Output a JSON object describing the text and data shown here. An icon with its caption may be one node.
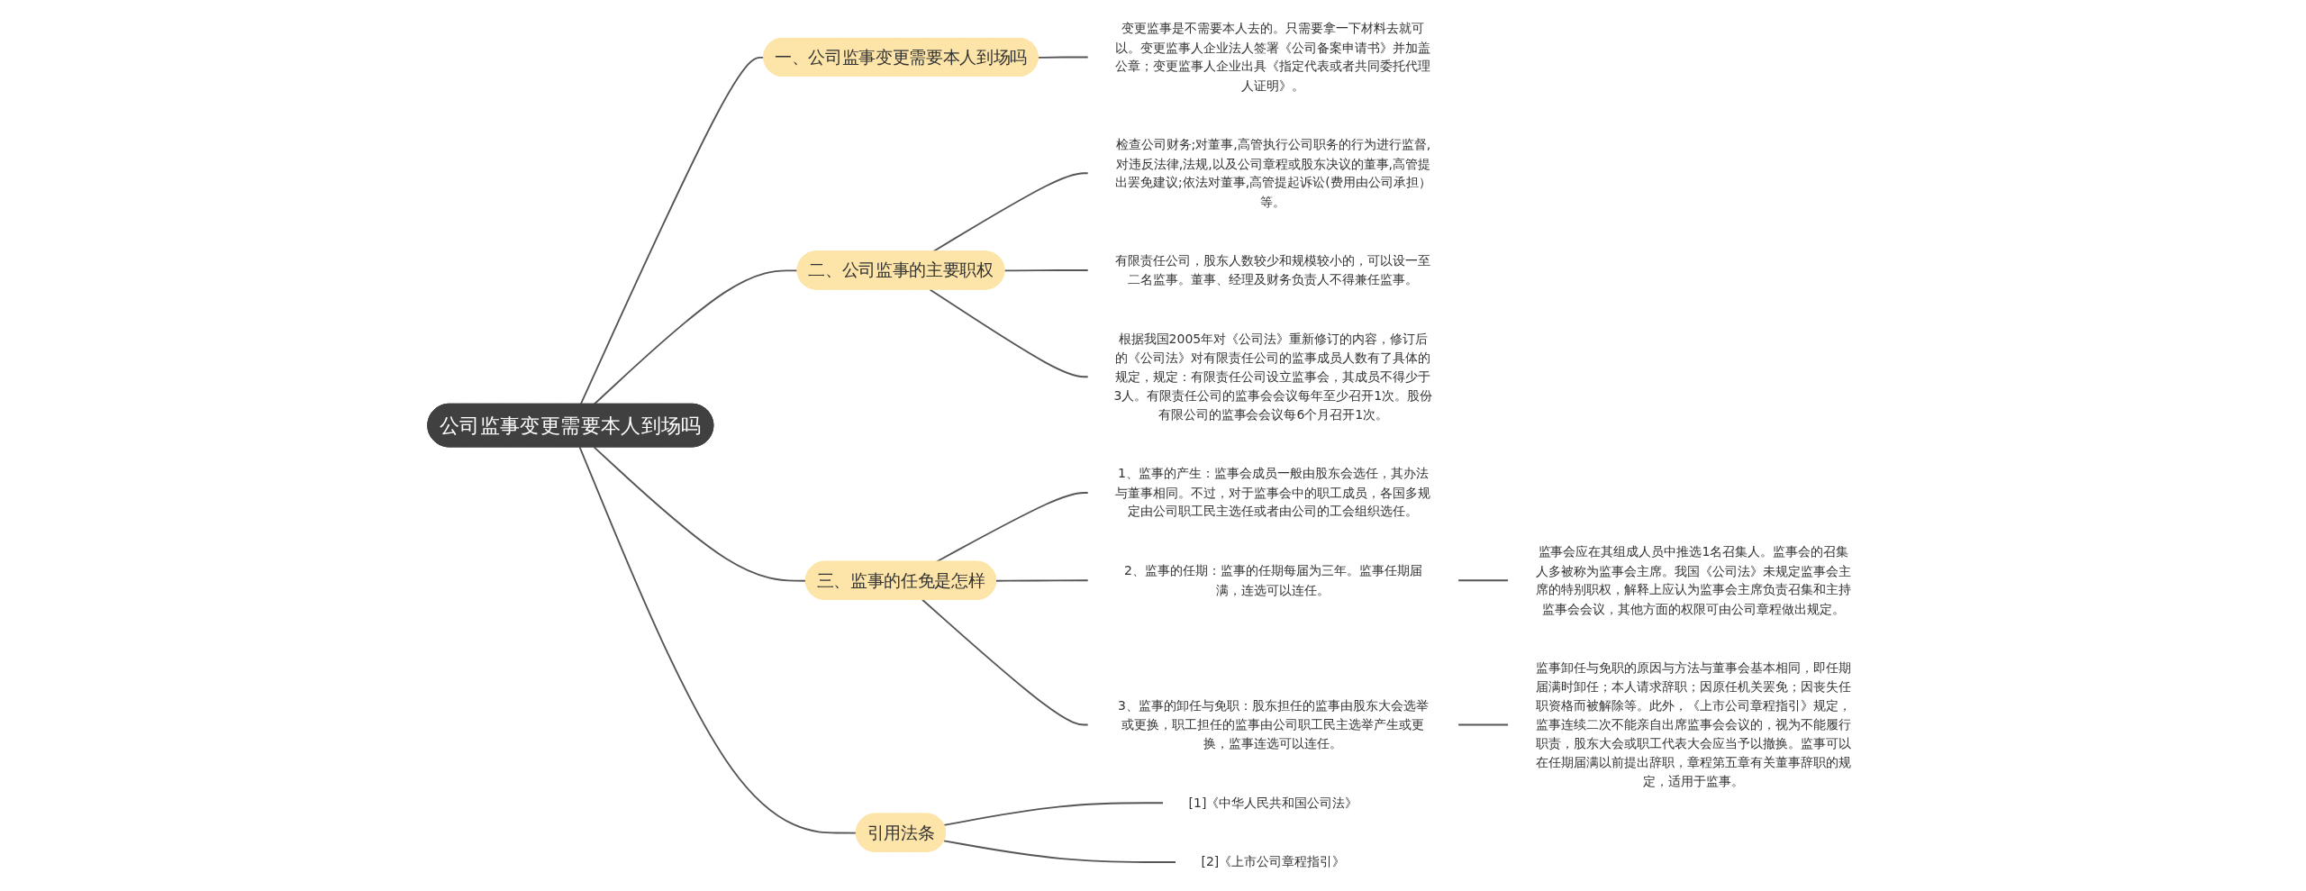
{
  "diagram": {
    "nodes": [
      {
        "text": [
          "公司监事变更需要本人到场吗"
        ]
      },
      {
        "text": [
          "一、公司监事变更需要本人到场吗"
        ]
      },
      {
        "text": [
          "变更监事是不需要本人去的。只需要拿一下材料去就可以。变更监事人企业法人签署《公司备案申请书》并加盖公章；变更监事人企业出具《指定代表或者共同委托代理人证明》。"
        ]
      },
      {
        "text": [
          "二、公司监事的主要职权"
        ]
      },
      {
        "text": [
          "检查公司财务;对董事,高管执行公司职务的行为进行监督,对违反法律,法规,以及公司章程或股东决议的董事,高管提出罢免建议;依法对董事,高管提起诉讼(费用由公司承担）等。"
        ]
      },
      {
        "text": [
          "有限责任公司，股东人数较少和规模较小的，可以设一至二名监事。董事、经理及财务负责人不得兼任监事。"
        ]
      },
      {
        "text": [
          "根据我国2005年对《公司法》重新修订的内容，修订后的《公司法》对有限责任公司的监事成员人数有了具体的规定，规定：有限责任公司设立监事会，其成员不得少于3人。有限责任公司的监事会会议每年至少召开1次。股份有限公司的监事会会议每6个月召开1次。"
        ]
      },
      {
        "text": [
          "三、监事的任免是怎样"
        ]
      },
      {
        "text": [
          "1、监事的产生：监事会成员一般由股东会选任，其办法与董事相同。不过，对于监事会中的职工成员，各国多规定由公司职工民主选任或者由公司的工会组织选任。"
        ]
      },
      {
        "text": [
          "2、监事的任期：监事的任期每届为三年。监事任期届满，连选可以连任。"
        ]
      },
      {
        "text": [
          "3、监事的卸任与免职：股东担任的监事由股东大会选举或更换，职工担任的监事由公司职工民主选举产生或更换，监事连选可以连任。"
        ]
      },
      {
        "text": [
          "监事会应在其组成人员中推选1名召集人。监事会的召集人多被称为监事会主席。我国《公司法》未规定监事会主席的特别职权，解释上应认为监事会主席负责召集和主持监事会会议，其他方面的权限可由公司章程做出规定。"
        ]
      },
      {
        "text": [
          "监事卸任与免职的原因与方法与董事会基本相同，即任期届满时卸任；本人请求辞职；因原任机关罢免；因丧失任职资格而被解除等。此外，《上市公司章程指引》规定，监事连续二次不能亲自出席监事会会议的，视为不能履行职责，股东大会或职工代表大会应当予以撤换。监事可以在任期届满以前提出辞职，章程第五章有关董事辞职的规定，适用于监事。"
        ]
      },
      {
        "text": [
          "引用法条"
        ]
      },
      {
        "text": [
          "[1]《中华人民共和国公司法》"
        ]
      },
      {
        "text": [
          "[2]《上市公司章程指引》"
        ]
      }
    ],
    "edges": [
      {
        "from": 0,
        "to": 1,
        "arrow": "none"
      },
      {
        "from": 1,
        "to": 2,
        "arrow": "none"
      },
      {
        "from": 0,
        "to": 3,
        "arrow": "none"
      },
      {
        "from": 3,
        "to": 4,
        "arrow": "none"
      },
      {
        "from": 3,
        "to": 5,
        "arrow": "none"
      },
      {
        "from": 3,
        "to": 6,
        "arrow": "none"
      },
      {
        "from": 0,
        "to": 7,
        "arrow": "none"
      },
      {
        "from": 7,
        "to": 8,
        "arrow": "none"
      },
      {
        "from": 7,
        "to": 9,
        "arrow": "none"
      },
      {
        "from": 7,
        "to": 10,
        "arrow": "none"
      },
      {
        "from": 9,
        "to": 11,
        "arrow": "none"
      },
      {
        "from": 10,
        "to": 12,
        "arrow": "none"
      },
      {
        "from": 0,
        "to": 13,
        "arrow": "none"
      },
      {
        "from": 13,
        "to": 14,
        "arrow": "none"
      },
      {
        "from": 13,
        "to": 15,
        "arrow": "none"
      }
    ]
  }
}
